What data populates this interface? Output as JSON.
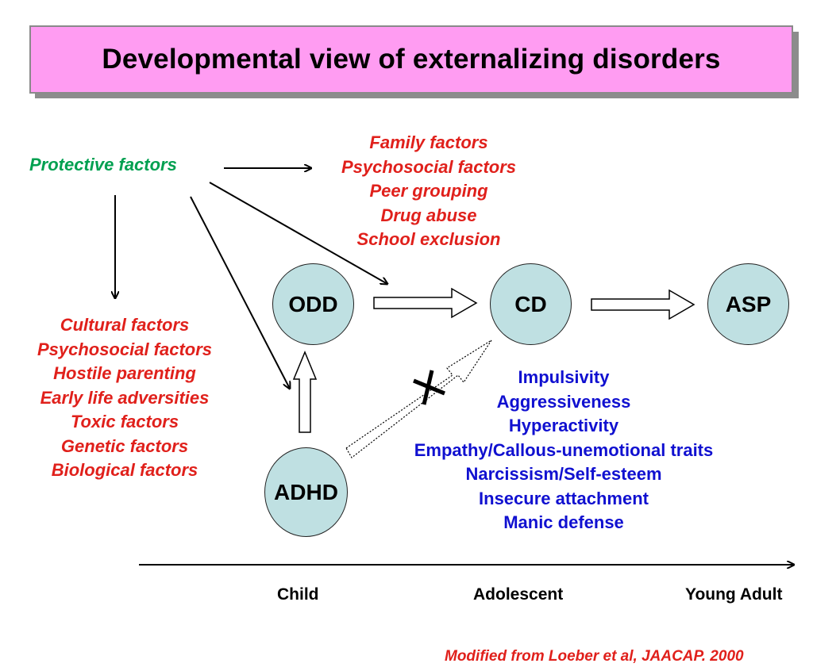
{
  "title": "Developmental view of externalizing disorders",
  "protective_label": "Protective factors",
  "family_factors": [
    "Family factors",
    "Psychosocial factors",
    "Peer grouping",
    "Drug abuse",
    "School exclusion"
  ],
  "cultural_factors": [
    "Cultural factors",
    "Psychosocial factors",
    "Hostile parenting",
    "Early life adversities",
    "Toxic factors",
    "Genetic factors",
    "Biological factors"
  ],
  "traits": [
    "Impulsivity",
    "Aggressiveness",
    "Hyperactivity",
    "Empathy/Callous-unemotional traits",
    "Narcissism/Self-esteem",
    "Insecure attachment",
    "Manic defense"
  ],
  "nodes": {
    "odd": "ODD",
    "cd": "CD",
    "asp": "ASP",
    "adhd": "ADHD"
  },
  "timeline": {
    "child": "Child",
    "adolescent": "Adolescent",
    "young_adult": "Young Adult"
  },
  "source": "Modified from Loeber et al, JAACAP. 2000",
  "colors": {
    "title_bg": "#ff9cf2",
    "node_fill": "#bfe0e2",
    "protective": "#00a050",
    "risk": "#e0201b",
    "traits": "#1010d0"
  }
}
